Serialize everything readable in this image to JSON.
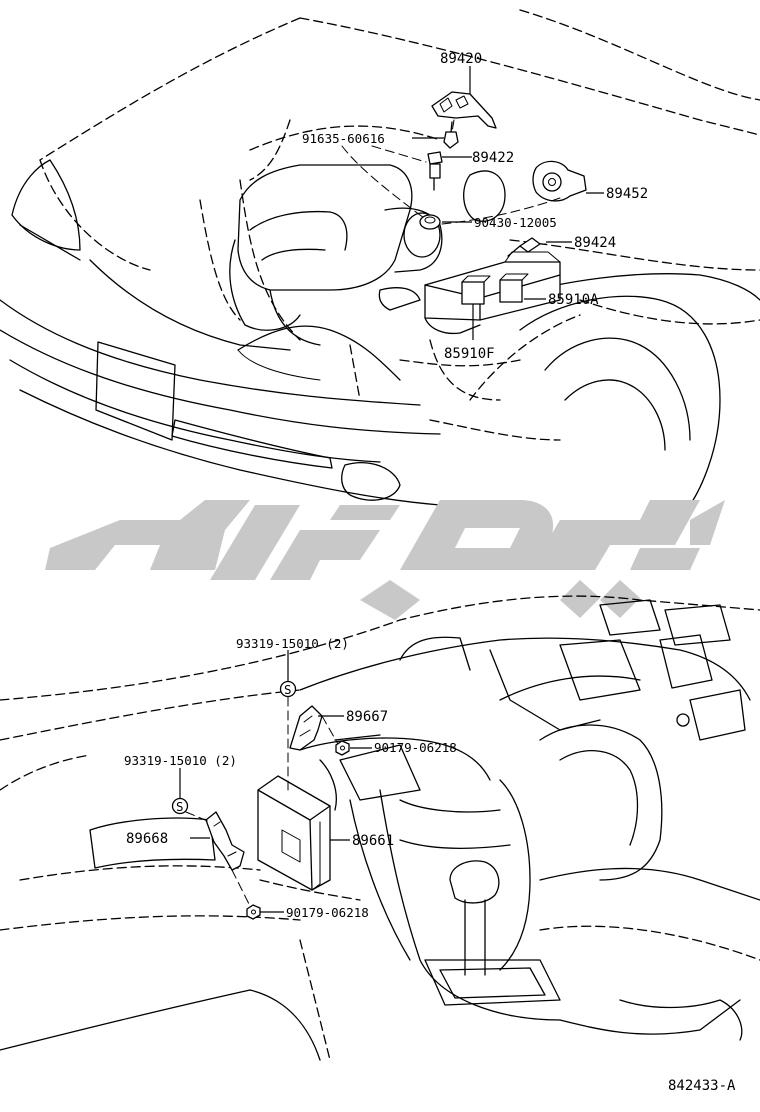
{
  "parts": {
    "p89420": "89420",
    "p91635": "91635-60616",
    "p89422": "89422",
    "p89452": "89452",
    "p90430": "90430-12005",
    "p89424": "89424",
    "p85910A": "85910A",
    "p85910F": "85910F",
    "p93319_top": "93319-15010 (2)",
    "p89667": "89667",
    "p90179_top": "90179-06218",
    "p93319_left": "93319-15010 (2)",
    "p89668": "89668",
    "p89661": "89661",
    "p90179_bottom": "90179-06218"
  },
  "diagram_code": "842433-A",
  "screw_marker": "S",
  "watermark_color": "#c8c8c8"
}
